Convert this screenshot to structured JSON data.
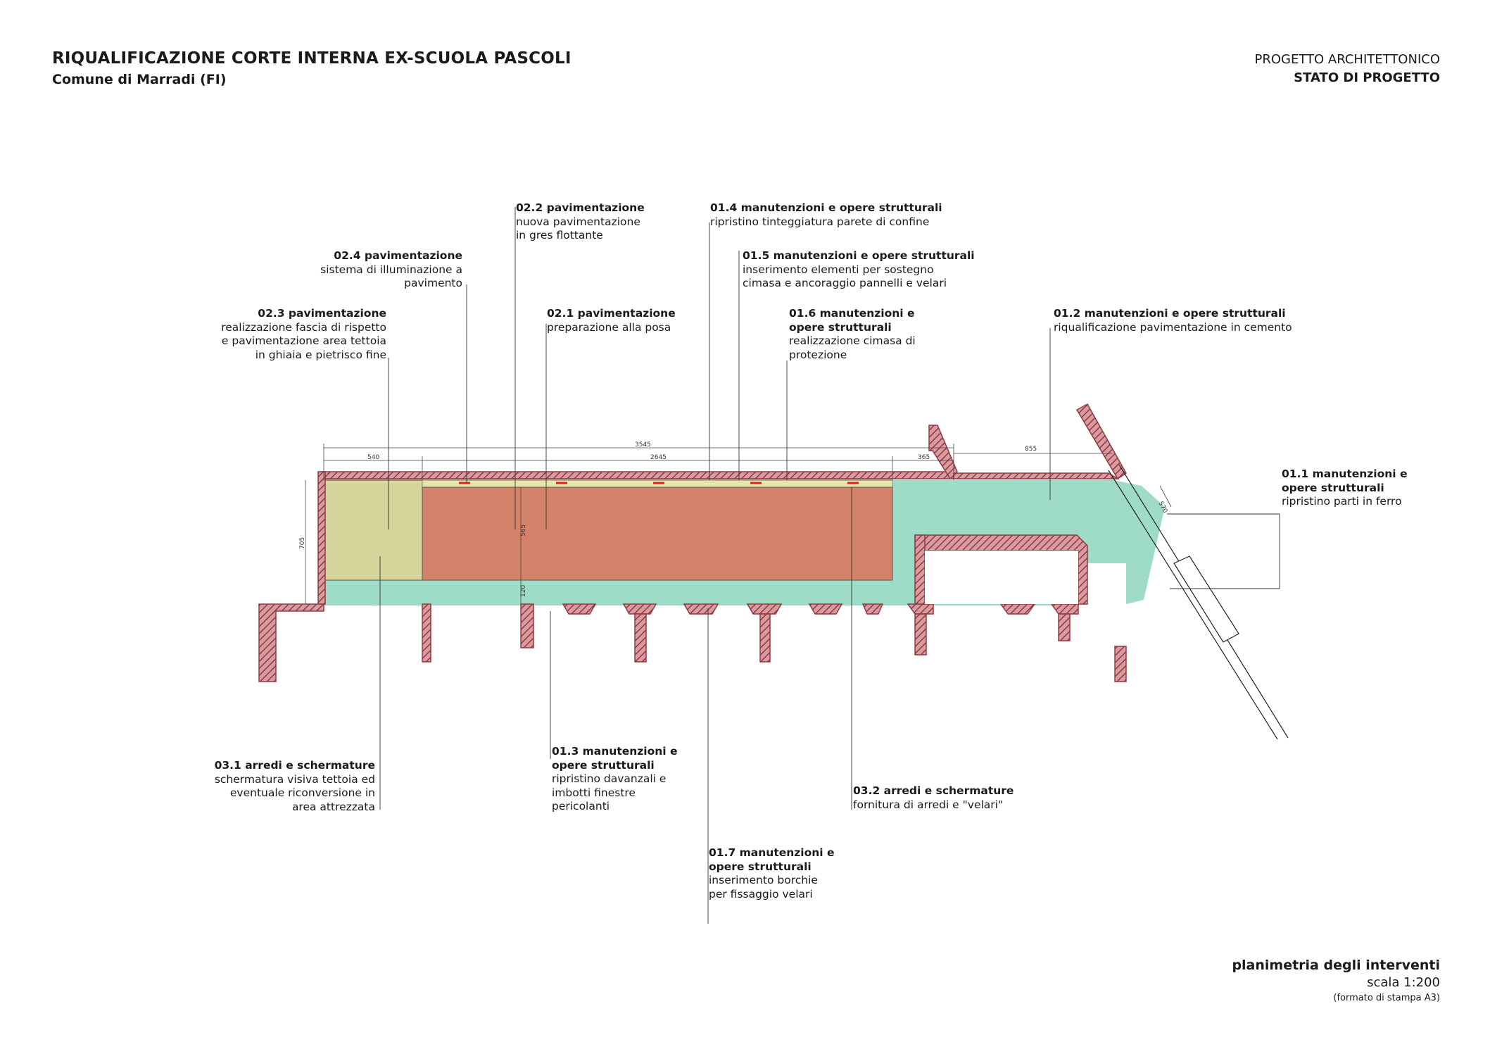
{
  "header": {
    "title": "RIQUALIFICAZIONE CORTE INTERNA EX-SCUOLA PASCOLI",
    "subtitle": "Comune di Marradi (FI)",
    "right_line1": "PROGETTO ARCHITETTONICO",
    "right_line2": "STATO DI PROGETTO"
  },
  "footer": {
    "title": "planimetria degli interventi",
    "scale": "scala 1:200",
    "format": "(formato di stampa A3)"
  },
  "dimensions": {
    "total": "3545",
    "left": "540",
    "middle": "2645",
    "right": "365",
    "top_right": "855",
    "height": "705",
    "inner_height": "565",
    "strip": "120",
    "ramp": "570"
  },
  "notes": {
    "n0204": {
      "heading": "02.4 pavimentazione",
      "lines": [
        "sistema di illuminazione a",
        "pavimento"
      ]
    },
    "n0203": {
      "heading": "02.3 pavimentazione",
      "lines": [
        "realizzazione fascia di rispetto",
        "e pavimentazione area tettoia",
        "in ghiaia e pietrisco fine"
      ]
    },
    "n0202": {
      "heading": "02.2 pavimentazione",
      "lines": [
        "nuova pavimentazione",
        "in gres flottante"
      ]
    },
    "n0201": {
      "heading": "02.1 pavimentazione",
      "lines": [
        "preparazione alla posa"
      ]
    },
    "n0104": {
      "heading": "01.4 manutenzioni e opere strutturali",
      "lines": [
        "ripristino tinteggiatura parete di confine"
      ]
    },
    "n0105": {
      "heading": "01.5 manutenzioni e opere strutturali",
      "lines": [
        "inserimento elementi per sostegno",
        "cimasa e ancoraggio pannelli e velari"
      ]
    },
    "n0106": {
      "heading": "01.6 manutenzioni e",
      "lines": [
        "opere strutturali",
        "realizzazione cimasa di",
        "protezione"
      ]
    },
    "n0102": {
      "heading": "01.2 manutenzioni e opere strutturali",
      "lines": [
        "riqualificazione pavimentazione in cemento"
      ]
    },
    "n0101": {
      "heading": "01.1 manutenzioni e",
      "lines": [
        "opere strutturali",
        "ripristino parti in ferro"
      ]
    },
    "n0301": {
      "heading": "03.1 arredi e schermature",
      "lines": [
        "schermatura visiva tettoia ed",
        "eventuale riconversione in",
        "area attrezzata"
      ]
    },
    "n0103": {
      "heading": "01.3 manutenzioni e",
      "lines": [
        "opere strutturali",
        "ripristino davanzali e",
        "imbotti finestre",
        "pericolanti"
      ]
    },
    "n0302": {
      "heading": "03.2 arredi e schermature",
      "lines": [
        "fornitura di arredi e \"velari\""
      ]
    },
    "n0107": {
      "heading": "01.7 manutenzioni e",
      "lines": [
        "opere strutturali",
        "inserimento borchie",
        "per fissaggio velari"
      ]
    }
  },
  "colors": {
    "wall": "#8e3b40",
    "hatch": "#d99aa0",
    "gravel": "#d6d59b",
    "gres": "#d4826a",
    "cement": "#9fdcc8",
    "light_band": "#e6e6a8",
    "lamp": "#e02020"
  }
}
